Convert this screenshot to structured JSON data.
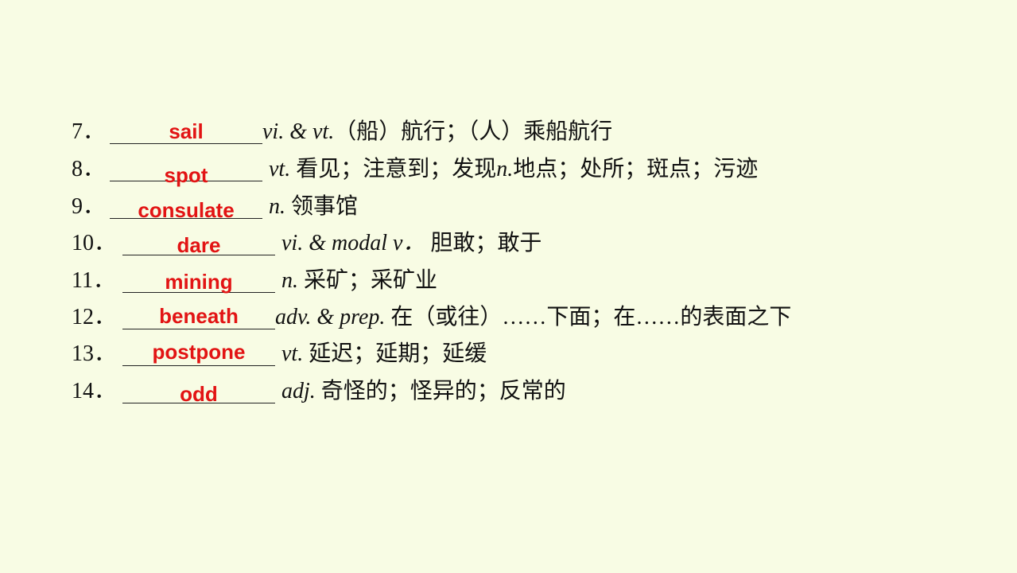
{
  "vocab": {
    "items": [
      {
        "number": "7．",
        "answer": "sail",
        "pos": "vi. & vt.",
        "meaning": "（船）航行；（人）乘船航行"
      },
      {
        "number": "8．",
        "answer": "spot",
        "pos": "vt.",
        "meaning": "看见；注意到；发现",
        "pos2": "n.",
        "meaning2": "地点；处所；斑点；污迹"
      },
      {
        "number": "9．",
        "answer": "consulate",
        "pos": "n.",
        "meaning": "领事馆"
      },
      {
        "number": "10．",
        "answer": "dare",
        "pos": "vi. & modal v．",
        "meaning": "胆敢；敢于"
      },
      {
        "number": "11．",
        "answer": "mining",
        "pos": "n.",
        "meaning": "采矿；采矿业"
      },
      {
        "number": "12．",
        "answer": "beneath",
        "pos": "adv. & prep.",
        "meaning": "在（或往）……下面；在……的表面之下"
      },
      {
        "number": "13．",
        "answer": "postpone",
        "pos": "vt.",
        "meaning": "延迟；延期；延缓"
      },
      {
        "number": "14．",
        "answer": "odd",
        "pos": "adj.",
        "meaning": "奇怪的；怪异的；反常的"
      }
    ]
  },
  "colors": {
    "background": "#f8fce4",
    "answer": "#e21414",
    "text": "#111111"
  }
}
